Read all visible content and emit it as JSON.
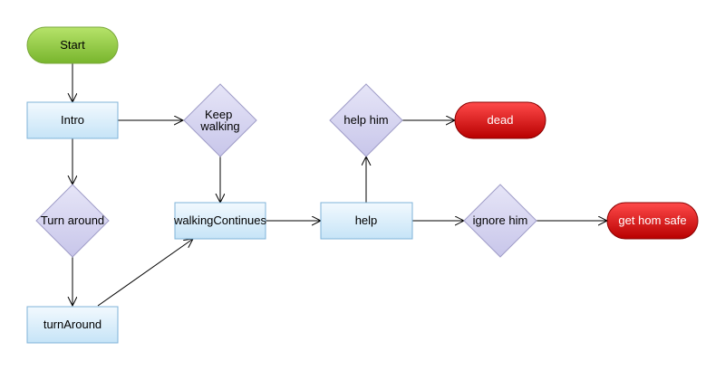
{
  "colors": {
    "terminal_start": "#8fc843",
    "terminal_end": "#d40000",
    "process": "#cde8f8",
    "decision": "#d4d2ee",
    "edge": "#000000"
  },
  "nodes": {
    "start": "Start",
    "intro": "Intro",
    "keep_walking_line1": "Keep",
    "keep_walking_line2": "walking",
    "turn_around_decision": "Turn around",
    "turn_around_process": "turnAround",
    "walking_continues": "walkingContinues",
    "help": "help",
    "help_him": "help him",
    "dead": "dead",
    "ignore_him": "ignore him",
    "get_home_safe": "get hom safe"
  }
}
